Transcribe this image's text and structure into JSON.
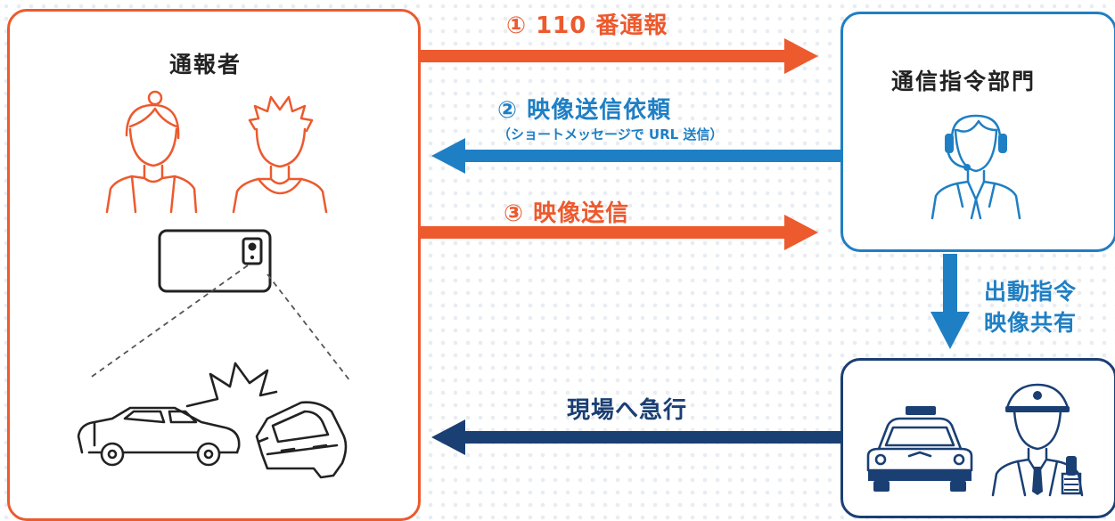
{
  "reporter": {
    "title": "通報者"
  },
  "dispatch": {
    "title": "通信指令部門"
  },
  "steps": {
    "call": "① 110 番通報",
    "request": "② 映像送信依頼",
    "request_note": "（ショートメッセージで URL 送信）",
    "send": "③ 映像送信"
  },
  "dispatch_to_police": {
    "line1": "出動指令",
    "line2": "映像共有"
  },
  "police_action": "現場へ急行",
  "colors": {
    "orange": "#ec5a2e",
    "blue": "#1f7fc4",
    "navy": "#1a3f73"
  },
  "icons": [
    "woman-icon",
    "man-icon",
    "smartphone-icon",
    "car-crash-icon",
    "operator-headset-icon",
    "police-car-icon",
    "police-officer-icon"
  ]
}
